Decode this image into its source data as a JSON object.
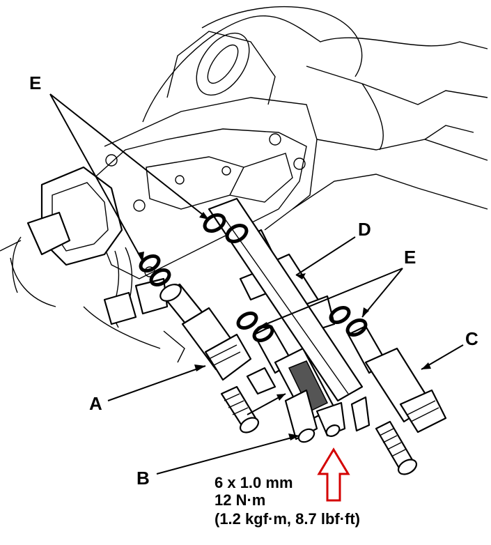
{
  "callouts": {
    "a": "A",
    "b": "B",
    "c": "C",
    "d": "D",
    "e_top": "E",
    "e_right": "E"
  },
  "torque_spec": {
    "bolt_size": "6 x 1.0 mm",
    "torque_nm": "12 N·m",
    "torque_alt": "(1.2 kgf·m, 8.7 lbf·ft)"
  },
  "colors": {
    "line": "#000000",
    "highlight_arrow": "#d40000",
    "shaded_part": "#555555",
    "background": "#ffffff"
  },
  "icons": {
    "highlight": "red-up-arrow-icon"
  }
}
